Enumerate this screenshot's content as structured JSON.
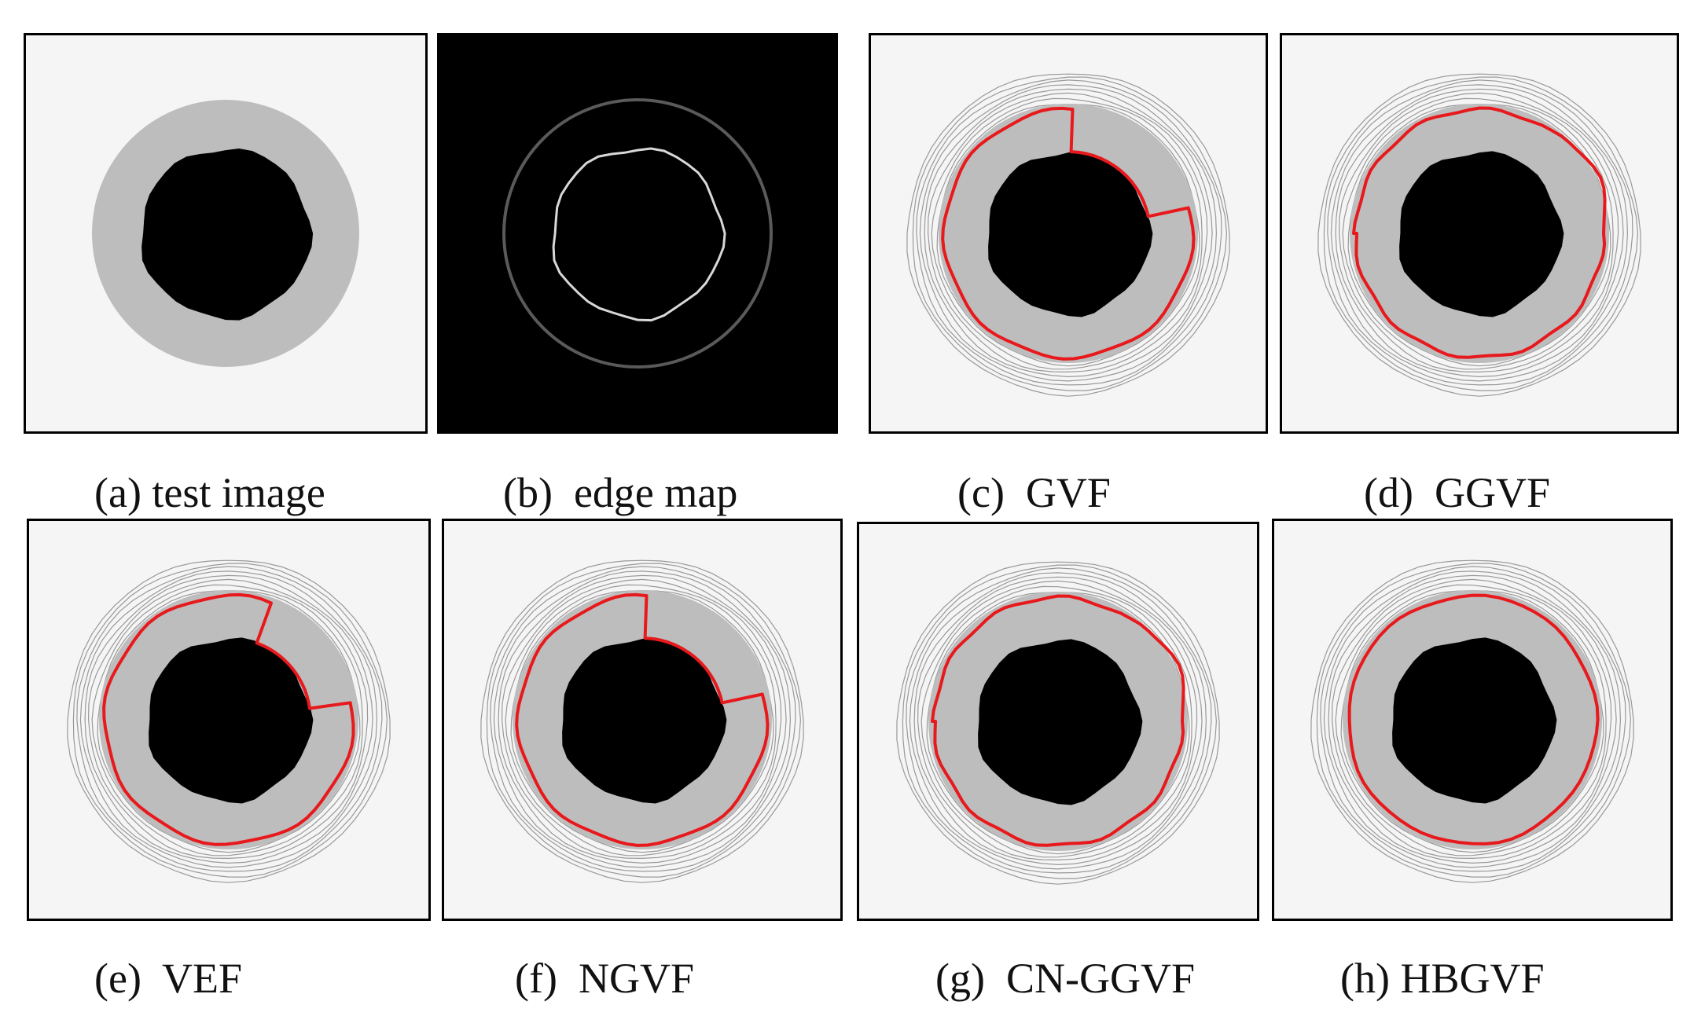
{
  "figure": {
    "panels": [
      {
        "id": "a",
        "caption": "(a) test image",
        "kind": "test"
      },
      {
        "id": "b",
        "caption": "(b)  edge map",
        "kind": "edge"
      },
      {
        "id": "c",
        "caption": "(c)  GVF",
        "kind": "result",
        "variant": "notch-deep"
      },
      {
        "id": "d",
        "caption": "(d)  GGVF",
        "kind": "result",
        "variant": "full-bump"
      },
      {
        "id": "e",
        "caption": "(e)  VEF",
        "kind": "result",
        "variant": "notch-small"
      },
      {
        "id": "f",
        "caption": "(f)  NGVF",
        "kind": "result",
        "variant": "notch-deep"
      },
      {
        "id": "g",
        "caption": "(g)  CN-GGVF",
        "kind": "result",
        "variant": "full-bump"
      },
      {
        "id": "h",
        "caption": "(h) HBGVF",
        "kind": "result",
        "variant": "full"
      }
    ],
    "colors": {
      "background": "#f5f5f5",
      "ring": "#bdbdbd",
      "hole": "#000000",
      "contour": "#e8191c",
      "streamline": "#7a7a7a",
      "edge": "#d8d8d8"
    }
  }
}
